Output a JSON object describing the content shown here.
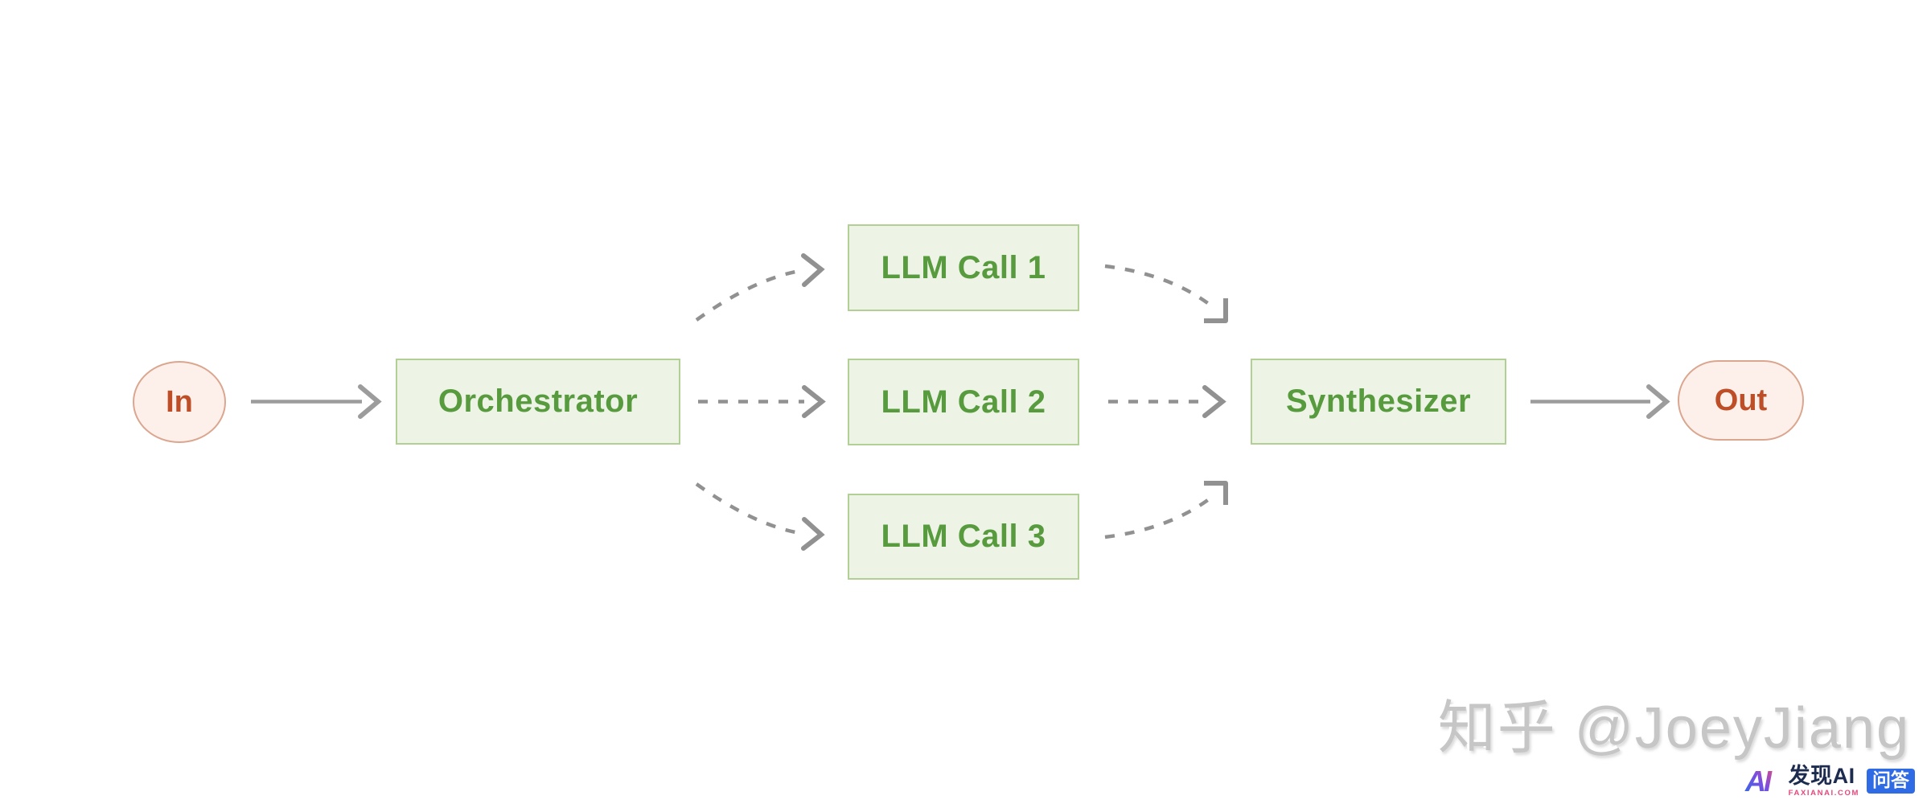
{
  "colors": {
    "box_fill": "#edf4e6",
    "box_border": "#b2d095",
    "box_text": "#579b3e",
    "terminal_fill": "#fdf0ea",
    "terminal_border": "#dba68f",
    "terminal_text": "#bd4e27",
    "arrow_solid": "#9c9c9c",
    "arrow_dashed": "#919191",
    "watermark_gray": "#c6c6c6",
    "brand_navy": "#1c2b4e",
    "brand_pink": "#e5487e",
    "badge_blue": "#2e6be5"
  },
  "diagram": {
    "nodes": {
      "input": {
        "label": "In",
        "shape": "ellipse"
      },
      "orchestrator": {
        "label": "Orchestrator",
        "shape": "rect"
      },
      "llm_call_1": {
        "label": "LLM Call 1",
        "shape": "rect"
      },
      "llm_call_2": {
        "label": "LLM Call 2",
        "shape": "rect"
      },
      "llm_call_3": {
        "label": "LLM Call 3",
        "shape": "rect"
      },
      "synthesizer": {
        "label": "Synthesizer",
        "shape": "rect"
      },
      "output": {
        "label": "Out",
        "shape": "pill"
      }
    },
    "edges": [
      {
        "from": "input",
        "to": "orchestrator",
        "style": "solid"
      },
      {
        "from": "orchestrator",
        "to": "llm_call_1",
        "style": "dashed"
      },
      {
        "from": "orchestrator",
        "to": "llm_call_2",
        "style": "dashed"
      },
      {
        "from": "orchestrator",
        "to": "llm_call_3",
        "style": "dashed"
      },
      {
        "from": "llm_call_1",
        "to": "synthesizer",
        "style": "dashed"
      },
      {
        "from": "llm_call_2",
        "to": "synthesizer",
        "style": "dashed"
      },
      {
        "from": "llm_call_3",
        "to": "synthesizer",
        "style": "dashed"
      },
      {
        "from": "synthesizer",
        "to": "output",
        "style": "solid"
      }
    ]
  },
  "watermark": {
    "text": "知乎 @JoeyJiang"
  },
  "footer_logo": {
    "brand_mark": "AI",
    "brand_name": "发现AI",
    "brand_domain": "FAXIANAI.COM",
    "badge": "问答"
  }
}
